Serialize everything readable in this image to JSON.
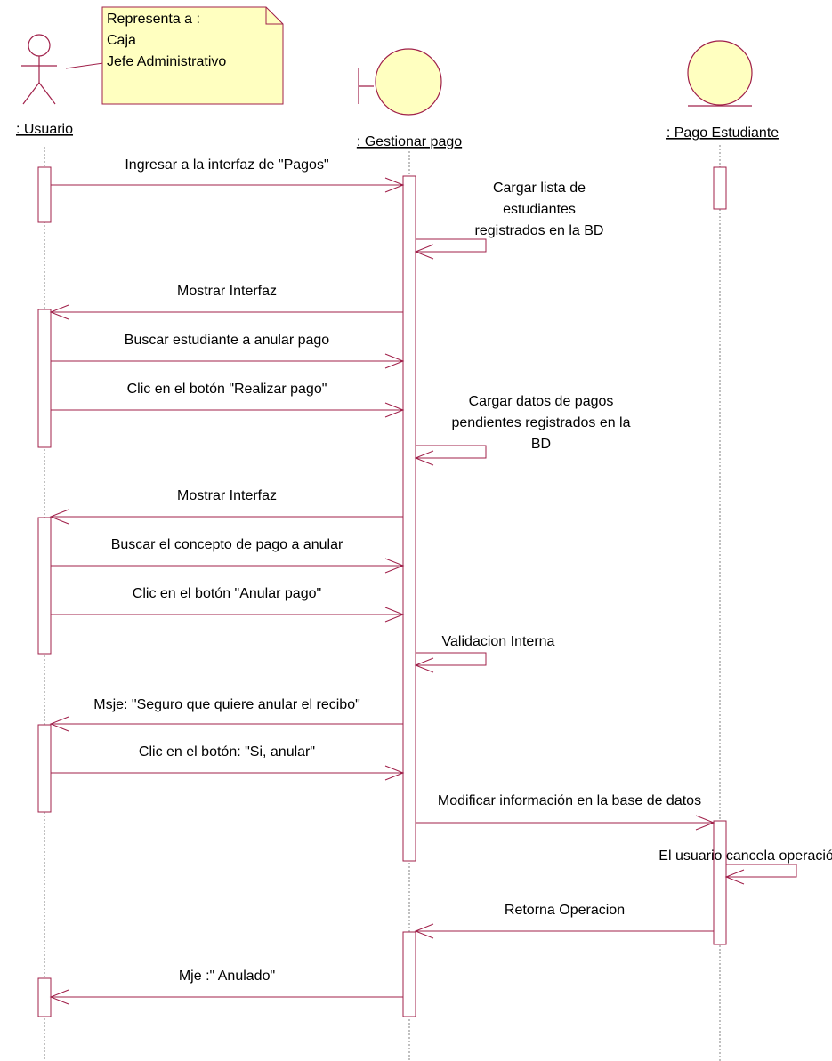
{
  "colors": {
    "line": "#A0204A",
    "note_fill": "#FFFFC0",
    "object_fill": "#FFFFC0",
    "text": "#000000"
  },
  "note": {
    "lines": [
      "Representa a :",
      "Caja",
      "Jefe Administrativo"
    ]
  },
  "lifelines": [
    {
      "name": ": Usuario",
      "kind": "actor"
    },
    {
      "name": ": Gestionar pago",
      "kind": "boundary"
    },
    {
      "name": ": Pago Estudiante",
      "kind": "entity"
    }
  ],
  "messages": [
    {
      "from": 0,
      "to": 1,
      "lines": [
        "Ingresar a la interfaz de \"Pagos\""
      ]
    },
    {
      "from": 1,
      "to": 1,
      "lines": [
        "Cargar lista de",
        "estudiantes",
        "registrados en la BD"
      ]
    },
    {
      "from": 1,
      "to": 0,
      "lines": [
        "Mostrar Interfaz"
      ]
    },
    {
      "from": 0,
      "to": 1,
      "lines": [
        "Buscar estudiante a anular pago"
      ]
    },
    {
      "from": 0,
      "to": 1,
      "lines": [
        "Clic en el botón \"Realizar pago\""
      ]
    },
    {
      "from": 1,
      "to": 1,
      "lines": [
        "Cargar datos de pagos",
        "pendientes registrados en la",
        "BD"
      ]
    },
    {
      "from": 1,
      "to": 0,
      "lines": [
        "Mostrar Interfaz"
      ]
    },
    {
      "from": 0,
      "to": 1,
      "lines": [
        "Buscar el concepto de pago a anular"
      ]
    },
    {
      "from": 0,
      "to": 1,
      "lines": [
        "Clic en el botón \"Anular pago\""
      ]
    },
    {
      "from": 1,
      "to": 1,
      "lines": [
        "Validacion Interna"
      ]
    },
    {
      "from": 1,
      "to": 0,
      "lines": [
        "Msje: \"Seguro que quiere anular el recibo\""
      ]
    },
    {
      "from": 0,
      "to": 1,
      "lines": [
        "Clic en el botón: \"Si, anular\""
      ]
    },
    {
      "from": 1,
      "to": 2,
      "lines": [
        "Modificar información en la base de datos"
      ]
    },
    {
      "from": 2,
      "to": 2,
      "lines": [
        "El usuario cancela operación"
      ]
    },
    {
      "from": 2,
      "to": 1,
      "lines": [
        "Retorna Operacion"
      ]
    },
    {
      "from": 1,
      "to": 0,
      "lines": [
        "Mje :\" Anulado\""
      ]
    }
  ]
}
